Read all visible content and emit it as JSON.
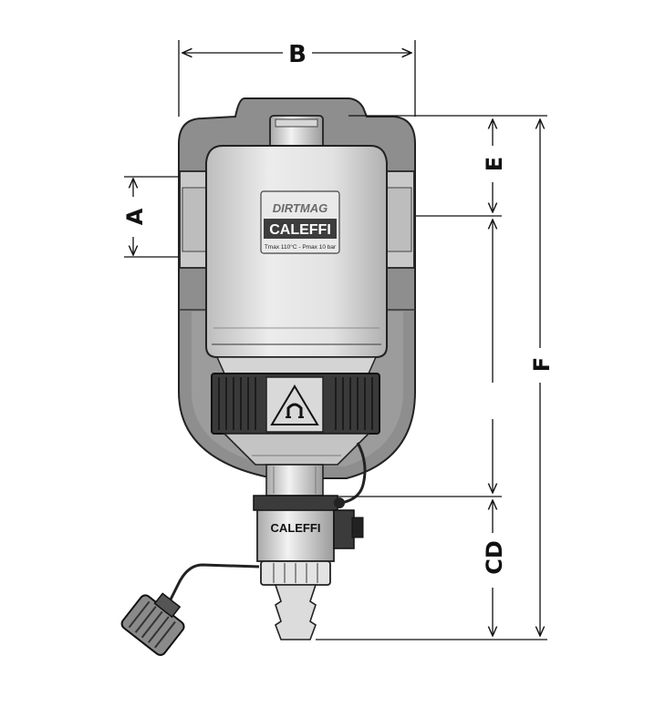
{
  "dimensions": {
    "A": "A",
    "B": "B",
    "E": "E",
    "F": "F",
    "CD": "CD"
  },
  "product": {
    "model_logo": "DIRTMAG",
    "brand_label": "CALEFFI",
    "spec_text": "Tmax 110°C - Pmax 10 bar",
    "drain_valve_brand": "CALEFFI"
  },
  "colors": {
    "housing_outer": "#8f8f8f",
    "housing_inner": "#b4b4b4",
    "body_light": "#d8d8d8",
    "magnet_ring": "#3a3a3a",
    "line": "#111111"
  }
}
